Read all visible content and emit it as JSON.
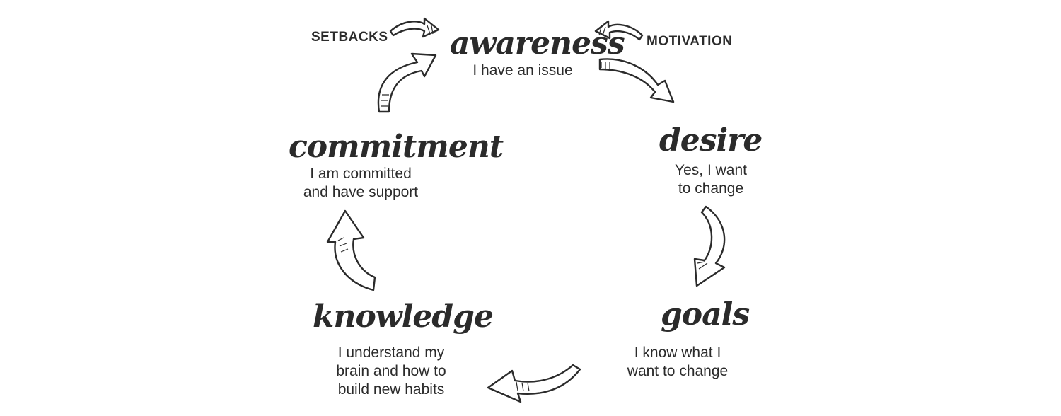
{
  "stages": {
    "awareness": {
      "title": "awareness",
      "desc": [
        "I have an issue"
      ]
    },
    "desire": {
      "title": "desire",
      "desc": [
        "Yes, I want",
        "to change"
      ]
    },
    "goals": {
      "title": "goals",
      "desc": [
        "I know what I",
        "want to change"
      ]
    },
    "knowledge": {
      "title": "knowledge",
      "desc": [
        "I understand my",
        "brain and how to",
        "build new habits"
      ]
    },
    "commitment": {
      "title": "commitment",
      "desc": [
        "I am committed",
        "and have support"
      ]
    }
  },
  "side_labels": {
    "setbacks": "SETBACKS",
    "motivation": "MOTIVATION"
  },
  "colors": {
    "ink": "#2b2b2b",
    "background": "#ffffff"
  }
}
